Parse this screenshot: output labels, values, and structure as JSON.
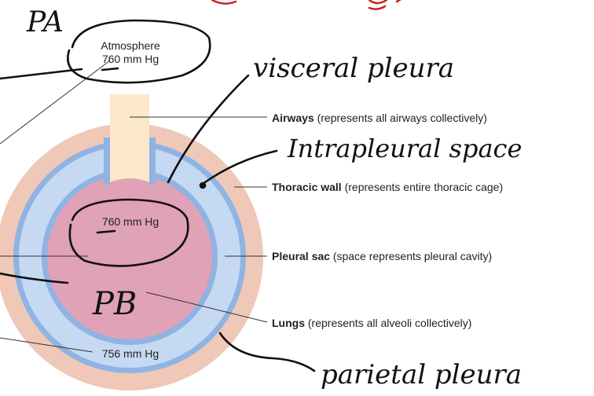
{
  "atmosphere": {
    "name": "Atmosphere",
    "pressure": "760 mm Hg"
  },
  "alveolar_pressure": "760 mm Hg",
  "intrapleural_pressure": "756 mm Hg",
  "labels": {
    "airways": {
      "term": "Airways",
      "note": " (represents all airways collectively)"
    },
    "thoracic_wall": {
      "term": "Thoracic wall",
      "note": " (represents entire thoracic cage)"
    },
    "pleural_sac": {
      "term": "Pleural sac",
      "note": " (space represents pleural cavity)"
    },
    "lungs": {
      "term": "Lungs",
      "note": " (represents all alveoli collectively)"
    }
  },
  "handwritten": {
    "pa": "PA",
    "pb": "PB",
    "visceral_pleura": "visceral pleura",
    "intrapleural_space": "Intrapleural space",
    "parietal_pleura": "parietal pleura"
  },
  "colors": {
    "thoracic_wall": "#efc8b8",
    "pleural_membrane": "#8fb4e3",
    "pleural_cavity": "#c6d9f2",
    "lungs": "#dfa2b6",
    "airway": "#fbe7c9",
    "annotation_red": "#d02020"
  }
}
